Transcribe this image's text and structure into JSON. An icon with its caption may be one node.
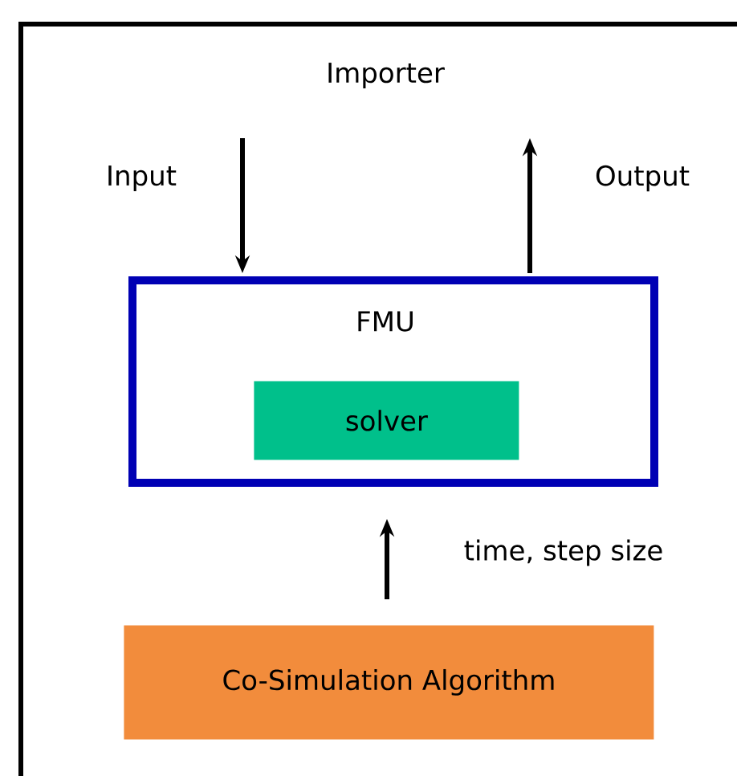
{
  "diagram": {
    "nodes": [
      {
        "text": [
          "Importer"
        ]
      },
      {
        "text": [
          "FMU"
        ],
        "in": 0
      },
      {
        "text": [
          "solver"
        ],
        "in": 1
      },
      {
        "text": [
          "Co-Simulation Algorithm"
        ],
        "in": 0
      }
    ],
    "edges": [
      {
        "from": null,
        "to": 1,
        "arrow": "to",
        "label": "Input"
      },
      {
        "from": 1,
        "to": null,
        "arrow": "to",
        "label": "Output"
      },
      {
        "from": 3,
        "to": 1,
        "arrow": "to",
        "label": "time, step size"
      }
    ]
  }
}
